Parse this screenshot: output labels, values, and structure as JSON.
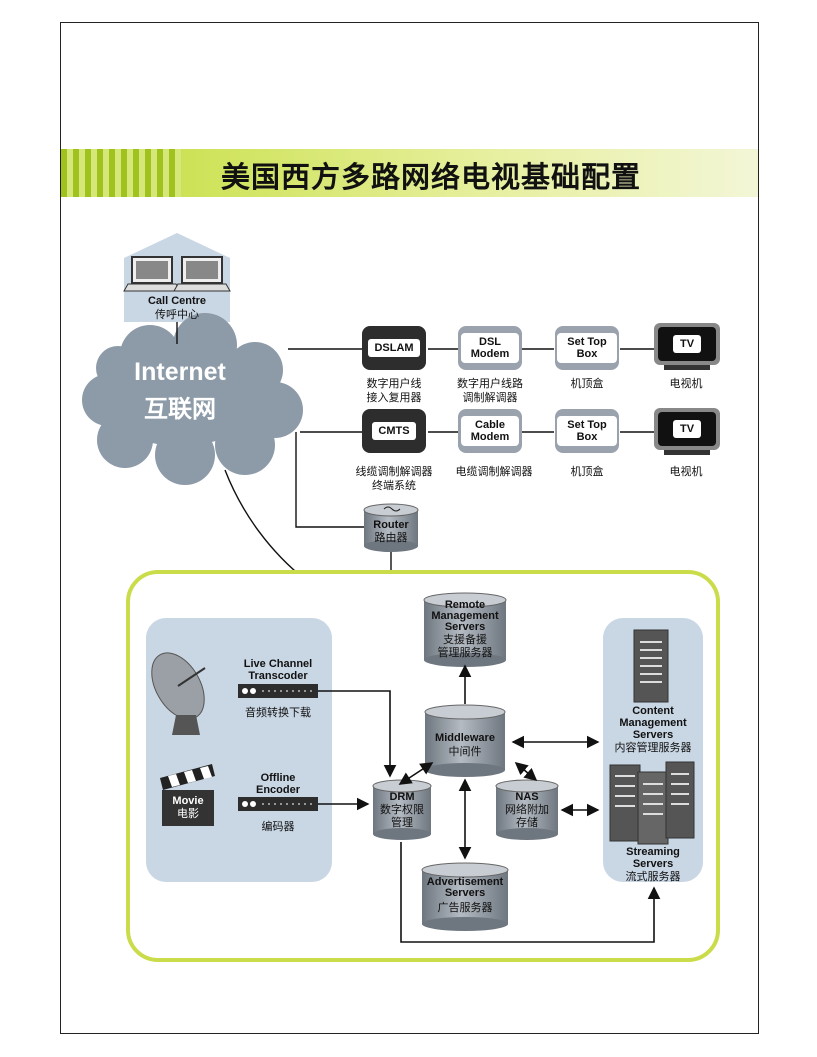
{
  "title": "美国西方多路网络电视基础配置",
  "call_centre": {
    "en": "Call Centre",
    "zh": "传呼中心"
  },
  "internet": {
    "en": "Internet",
    "zh": "互联网"
  },
  "dsl_row": {
    "dslam": {
      "label": "DSLAM",
      "zh1": "数字用户线",
      "zh2": "接入复用器"
    },
    "modem": {
      "label1": "DSL",
      "label2": "Modem",
      "zh1": "数字用户线路",
      "zh2": "调制解调器"
    },
    "stb": {
      "label1": "Set Top",
      "label2": "Box",
      "zh": "机顶盒"
    },
    "tv": {
      "label": "TV",
      "zh": "电视机"
    }
  },
  "cable_row": {
    "cmts": {
      "label": "CMTS",
      "zh1": "线缆调制解调器",
      "zh2": "终端系统"
    },
    "modem": {
      "label1": "Cable",
      "label2": "Modem",
      "zh": "电缆调制解调器"
    },
    "stb": {
      "label1": "Set Top",
      "label2": "Box",
      "zh": "机顶盒"
    },
    "tv": {
      "label": "TV",
      "zh": "电视机"
    }
  },
  "router": {
    "en": "Router",
    "zh": "路由器"
  },
  "remote_mgmt": {
    "en1": "Remote",
    "en2": "Management",
    "en3": "Servers",
    "zh1": "支援备援",
    "zh2": "管理服务器"
  },
  "live_channel": {
    "en1": "Live Channel",
    "en2": "Transcoder",
    "zh": "音频转换下载"
  },
  "offline_encoder": {
    "en1": "Offline",
    "en2": "Encoder",
    "zh": "编码器"
  },
  "movie": {
    "en": "Movie",
    "zh": "电影"
  },
  "middleware": {
    "en": "Middleware",
    "zh": "中间件"
  },
  "drm": {
    "en": "DRM",
    "zh1": "数字权限",
    "zh2": "管理"
  },
  "nas": {
    "en": "NAS",
    "zh1": "网络附加",
    "zh2": "存储"
  },
  "advertisement": {
    "en1": "Advertisement",
    "en2": "Servers",
    "zh": "广告服务器"
  },
  "content_mgmt": {
    "en1": "Content",
    "en2": "Management",
    "en3": "Servers",
    "zh": "内容管理服务器"
  },
  "streaming": {
    "en1": "Streaming",
    "en2": "Servers",
    "zh": "流式服务器"
  },
  "colors": {
    "accent_green": "#cbdc4a",
    "panel_blue": "#c9d6e4",
    "dark_box": "#2d2d2d",
    "cylinder_gray": "#8d959e"
  }
}
